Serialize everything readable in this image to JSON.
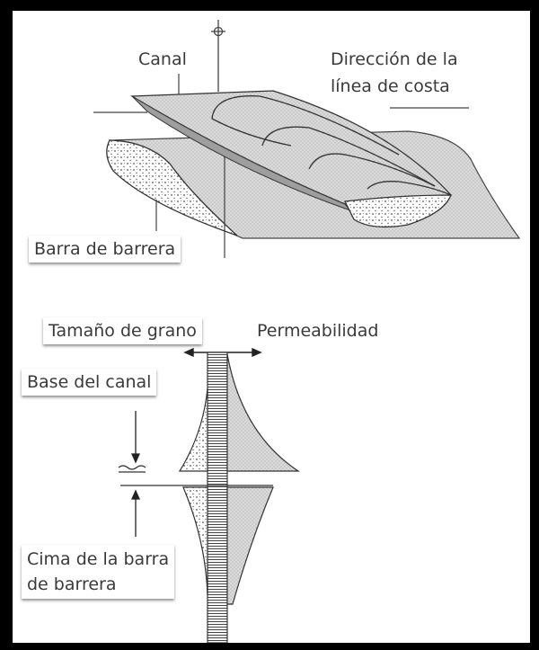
{
  "labels": {
    "canal": "Canal",
    "direccion_line1": "Dirección de la",
    "direccion_line2": "línea de costa",
    "barra_de_barrera": "Barra de barrera",
    "tamano_de_grano": "Tamaño de grano",
    "permeabilidad": "Permeabilidad",
    "base_del_canal": "Base del canal",
    "cima_line1": "Cima de la barra",
    "cima_line2": "de barrera"
  },
  "colors": {
    "frame": "#000000",
    "paper": "#ffffff",
    "ink": "#3a3a3a",
    "shade": "#cfcfcf"
  }
}
